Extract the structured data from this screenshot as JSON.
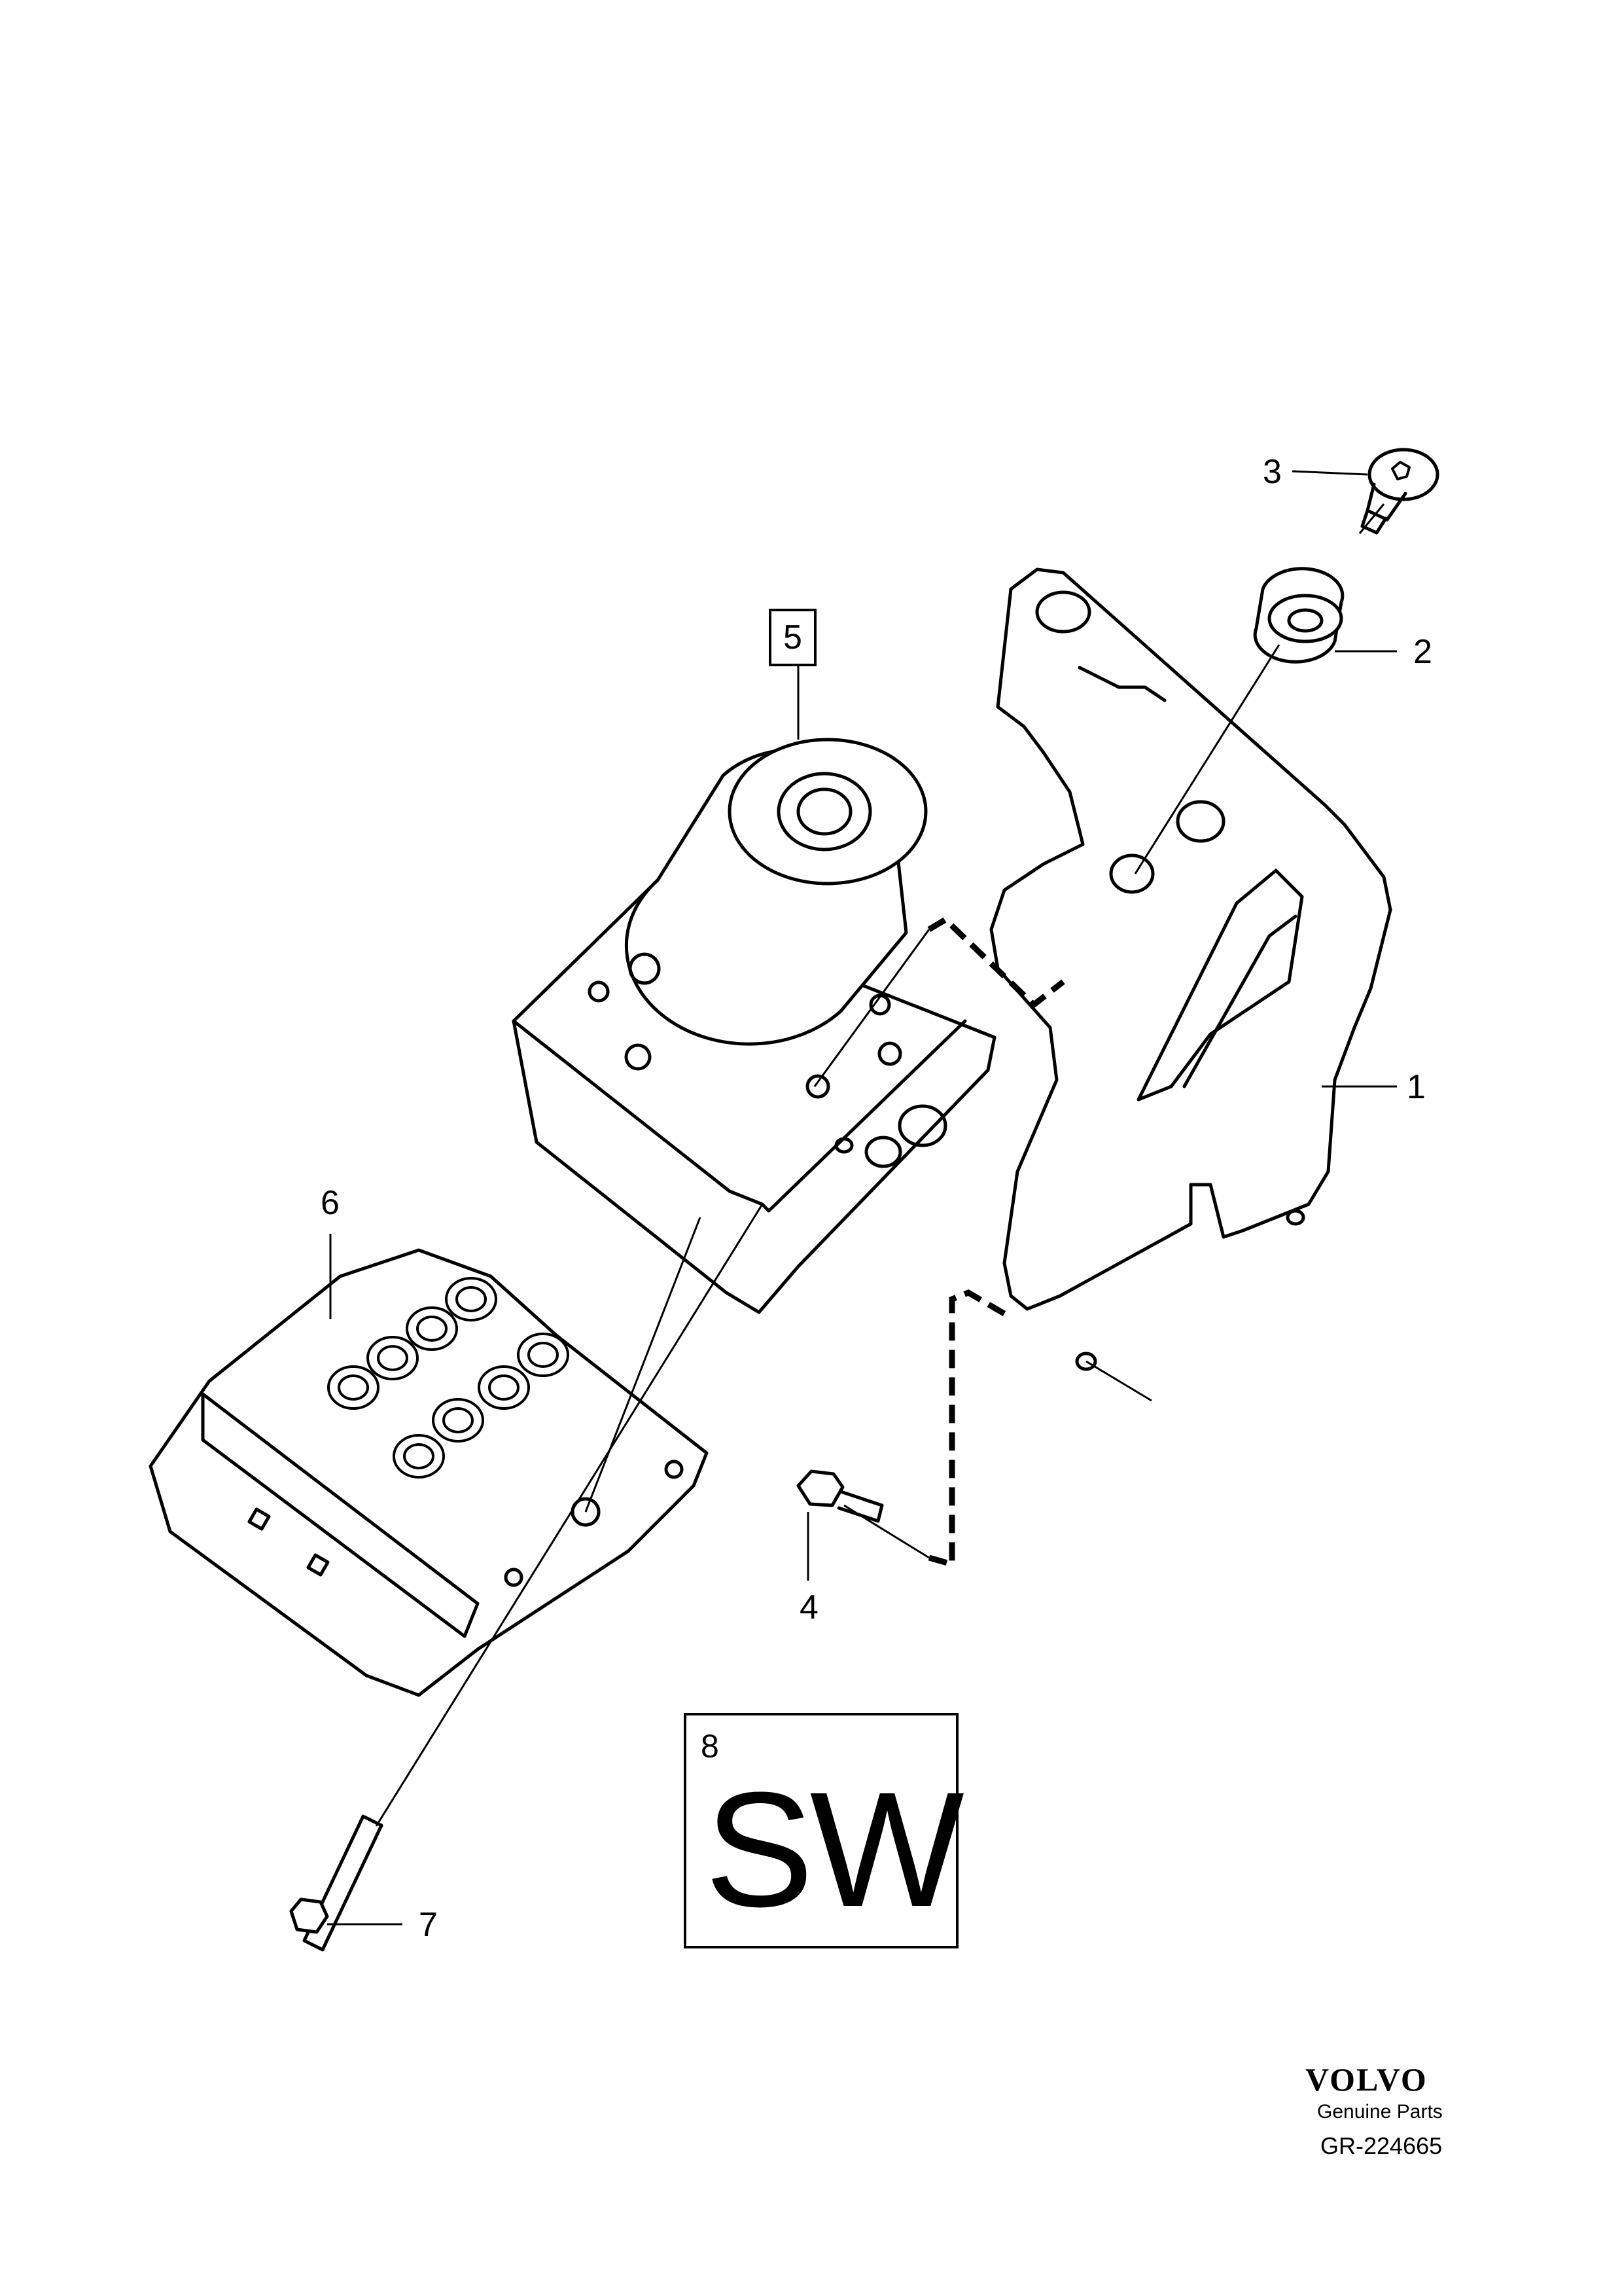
{
  "callouts": {
    "c1": "1",
    "c2": "2",
    "c3": "3",
    "c4": "4",
    "c5": "5",
    "c6": "6",
    "c7": "7"
  },
  "sw_box": {
    "number": "8",
    "label": "SW"
  },
  "footer": {
    "brand": "VOLVO",
    "subtitle": "Genuine Parts",
    "reference": "GR-224665"
  }
}
